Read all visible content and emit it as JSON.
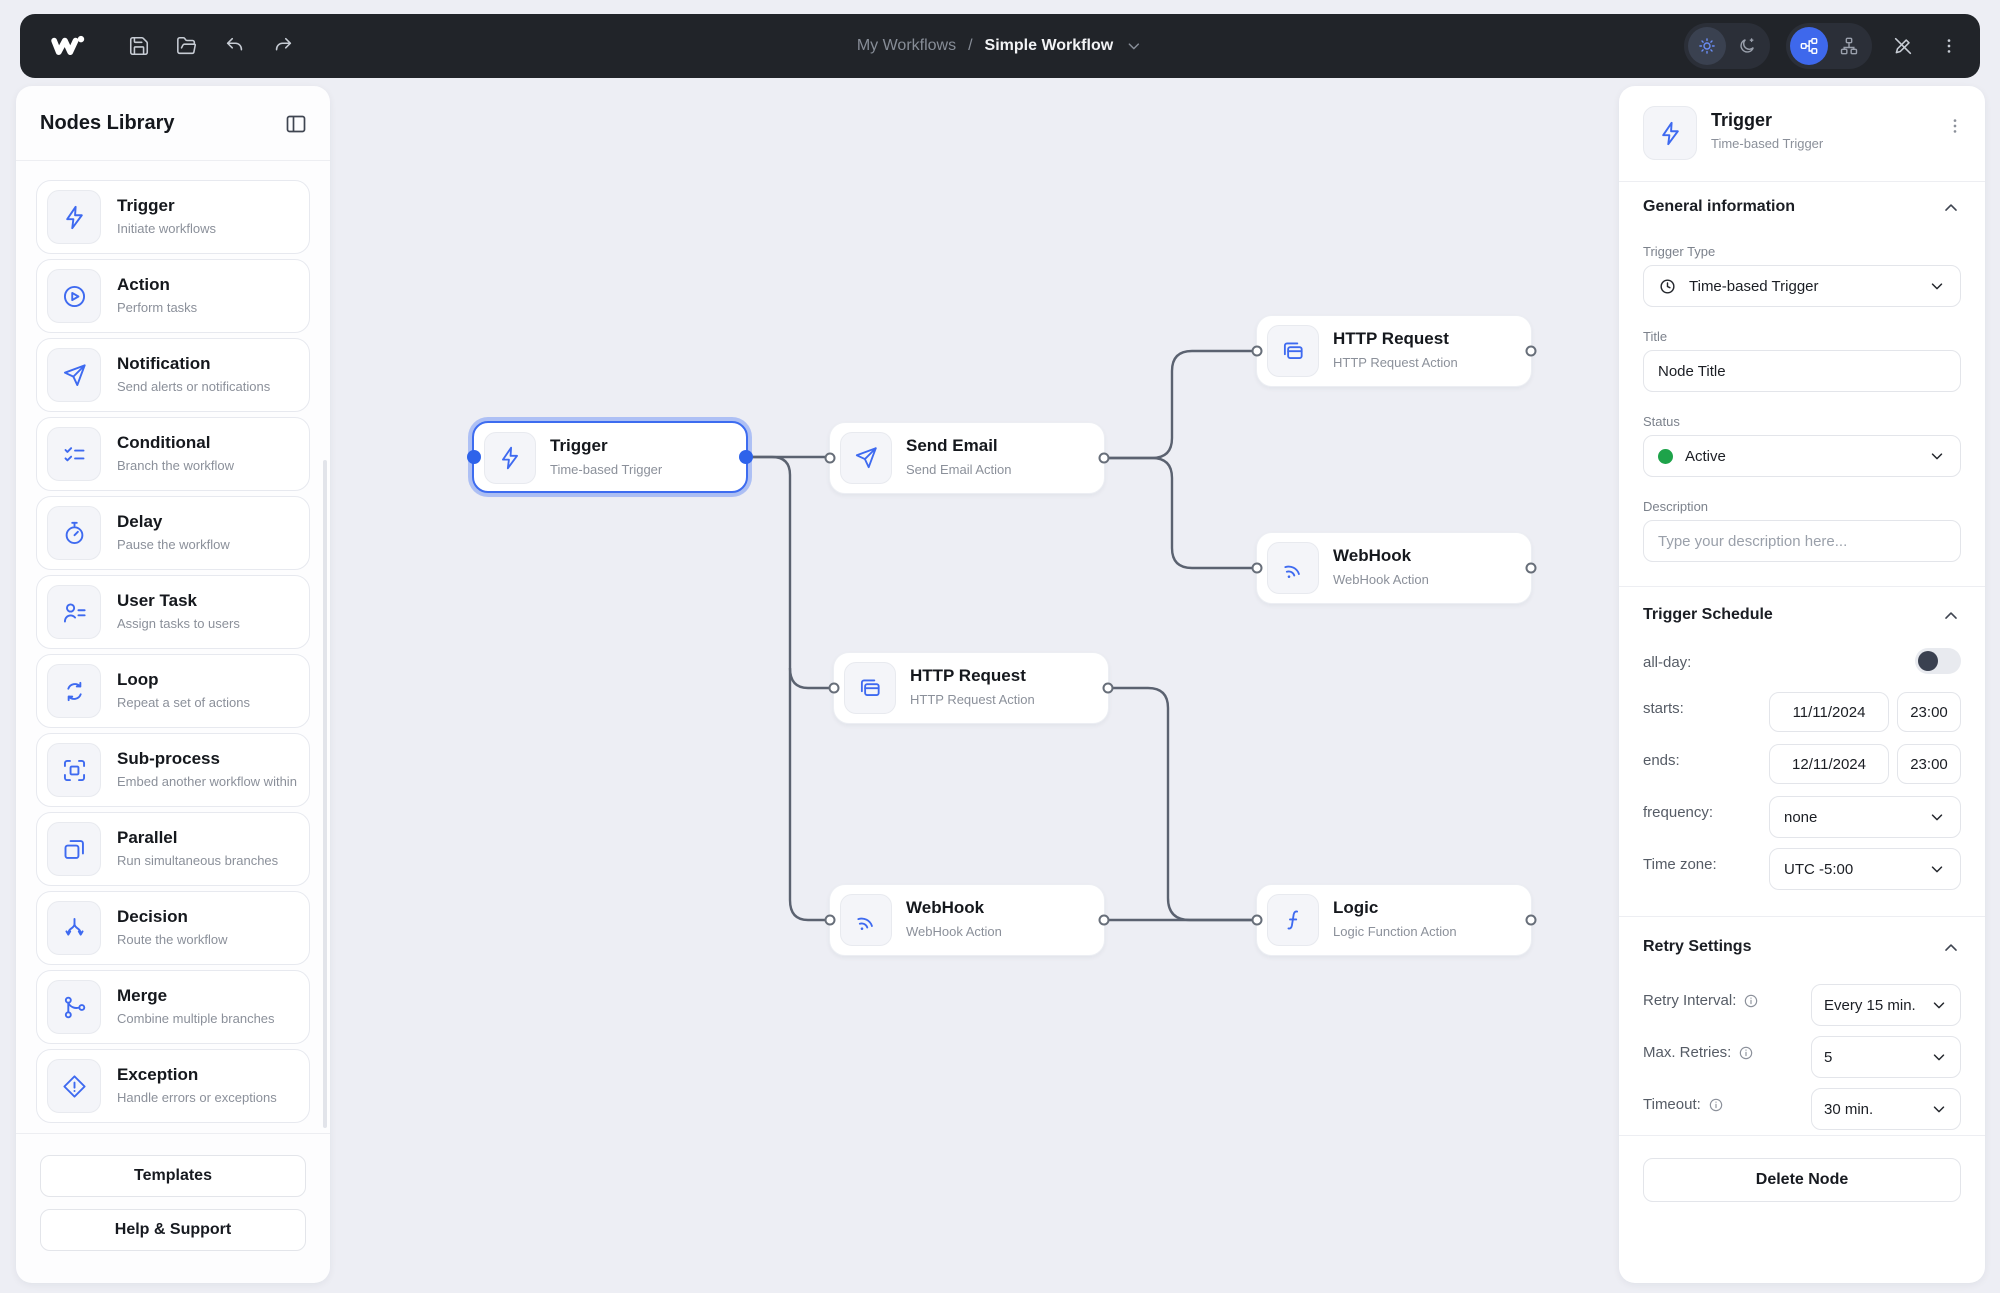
{
  "colors": {
    "accent_blue": "#3e6af0",
    "port_blue": "#2e63ea",
    "status_green": "#1ea34a",
    "edge_gray": "#5b6270",
    "topbar_dark": "#212429",
    "canvas_bg": "#edeef4"
  },
  "topbar": {
    "breadcrumb": {
      "parent": "My Workflows",
      "separator": "/",
      "current": "Simple Workflow"
    }
  },
  "sidebar": {
    "title": "Nodes Library",
    "items": [
      {
        "icon": "lightning",
        "title": "Trigger",
        "subtitle": "Initiate workflows"
      },
      {
        "icon": "play-circle",
        "title": "Action",
        "subtitle": "Perform tasks"
      },
      {
        "icon": "send",
        "title": "Notification",
        "subtitle": "Send alerts or notifications"
      },
      {
        "icon": "checklist",
        "title": "Conditional",
        "subtitle": "Branch the workflow"
      },
      {
        "icon": "stopwatch",
        "title": "Delay",
        "subtitle": "Pause the workflow"
      },
      {
        "icon": "user-task",
        "title": "User Task",
        "subtitle": "Assign tasks to users"
      },
      {
        "icon": "loop",
        "title": "Loop",
        "subtitle": "Repeat a set of actions"
      },
      {
        "icon": "sub-process",
        "title": "Sub-process",
        "subtitle": "Embed another workflow within"
      },
      {
        "icon": "parallel",
        "title": "Parallel",
        "subtitle": "Run simultaneous branches"
      },
      {
        "icon": "decision",
        "title": "Decision",
        "subtitle": "Route the workflow"
      },
      {
        "icon": "merge",
        "title": "Merge",
        "subtitle": "Combine multiple branches"
      },
      {
        "icon": "exception",
        "title": "Exception",
        "subtitle": "Handle errors or exceptions"
      }
    ],
    "templates_button": "Templates",
    "help_button": "Help & Support"
  },
  "canvas": {
    "nodes": [
      {
        "icon": "lightning",
        "title": "Trigger",
        "subtitle": "Time-based Trigger",
        "selected": true
      },
      {
        "icon": "send",
        "title": "Send Email",
        "subtitle": "Send Email Action"
      },
      {
        "icon": "http",
        "title": "HTTP Request",
        "subtitle": "HTTP Request Action"
      },
      {
        "icon": "webhook",
        "title": "WebHook",
        "subtitle": "WebHook Action"
      },
      {
        "icon": "http",
        "title": "HTTP Request",
        "subtitle": "HTTP Request Action"
      },
      {
        "icon": "webhook",
        "title": "WebHook",
        "subtitle": "WebHook Action"
      },
      {
        "icon": "logic",
        "title": "Logic",
        "subtitle": "Logic Function Action"
      }
    ]
  },
  "panel": {
    "header": {
      "title": "Trigger",
      "subtitle": "Time-based Trigger"
    },
    "general": {
      "title": "General information",
      "trigger_type_label": "Trigger Type",
      "trigger_type_value": "Time-based Trigger",
      "title_label": "Title",
      "title_value": "Node Title",
      "status_label": "Status",
      "status_value": "Active",
      "description_label": "Description",
      "description_placeholder": "Type your description here..."
    },
    "schedule": {
      "title": "Trigger Schedule",
      "all_day_label": "all-day:",
      "starts_label": "starts:",
      "starts_date": "11/11/2024",
      "starts_time": "23:00",
      "ends_label": "ends:",
      "ends_date": "12/11/2024",
      "ends_time": "23:00",
      "frequency_label": "frequency:",
      "frequency_value": "none",
      "timezone_label": "Time zone:",
      "timezone_value": "UTC -5:00"
    },
    "retry": {
      "title": "Retry Settings",
      "interval_label": "Retry Interval:",
      "interval_value": "Every 15 min.",
      "max_retries_label": "Max. Retries:",
      "max_retries_value": "5",
      "timeout_label": "Timeout:",
      "timeout_value": "30 min."
    },
    "delete_button": "Delete Node"
  }
}
